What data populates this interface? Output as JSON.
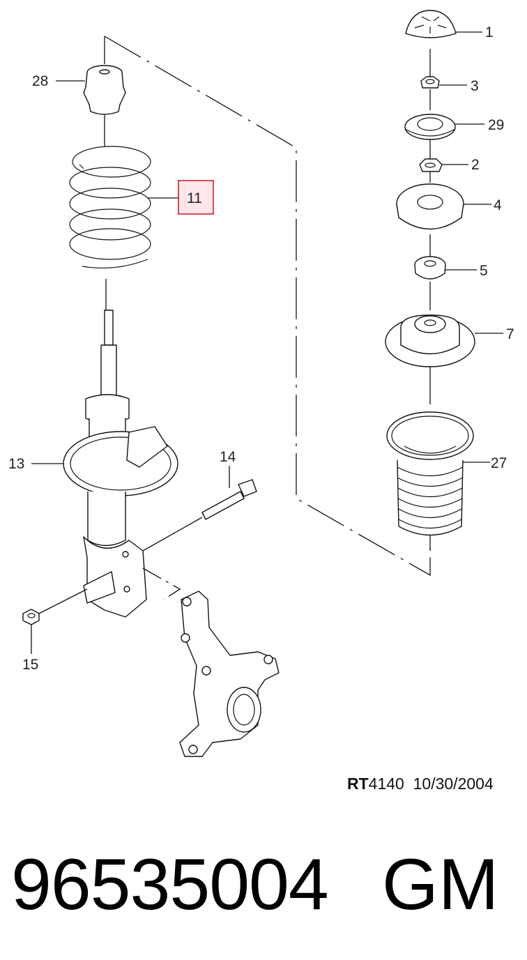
{
  "callouts": {
    "c1": "1",
    "c2": "2",
    "c3": "3",
    "c4": "4",
    "c5": "5",
    "c7": "7",
    "c11": "11",
    "c13": "13",
    "c14": "14",
    "c15": "15",
    "c27": "27",
    "c28": "28",
    "c29": "29"
  },
  "highlight_color": "#d0202a",
  "footer": {
    "ref_prefix": "RT",
    "ref_number": "4140",
    "date": "10/30/2004"
  },
  "part_number": "96535004",
  "brand": "GM"
}
